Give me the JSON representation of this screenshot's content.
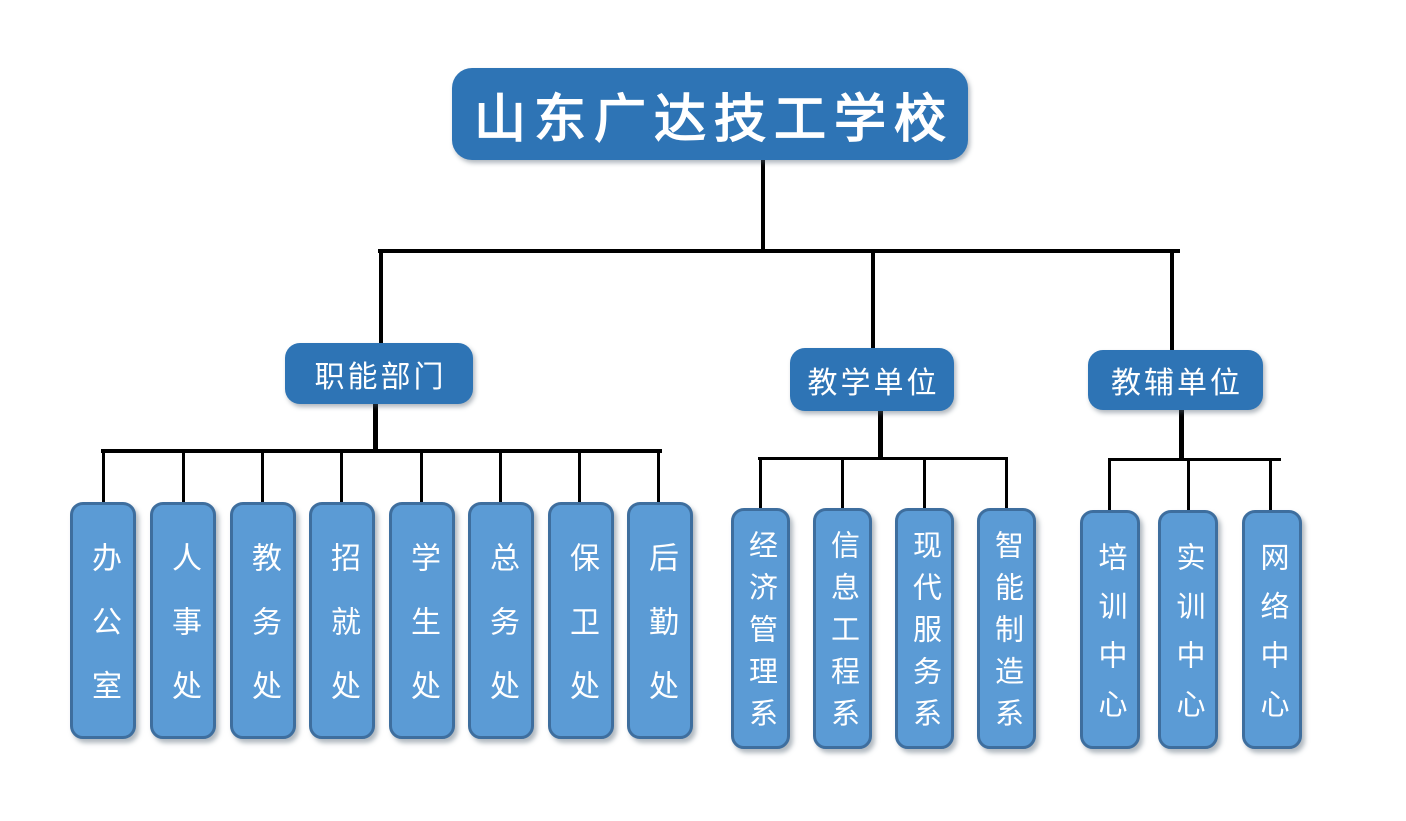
{
  "root": {
    "label": "山东广达技工学校"
  },
  "branches": [
    {
      "label": "职能部门",
      "children": [
        "办公室",
        "人事处",
        "教务处",
        "招就处",
        "学生处",
        "总务处",
        "保卫处",
        "后勤处"
      ]
    },
    {
      "label": "教学单位",
      "children": [
        "经济管理系",
        "信息工程系",
        "现代服务系",
        "智能制造系"
      ]
    },
    {
      "label": "教辅单位",
      "children": [
        "培训中心",
        "实训中心",
        "网络中心"
      ]
    }
  ],
  "colors": {
    "page_bg": "#FFFFFF",
    "root_fill": "#2E74B5",
    "branch_fill": "#2E74B5",
    "leaf_fill": "#5B9BD5",
    "leaf_border": "#3E6E9E",
    "connector": "#000000",
    "text": "#FFFFFF"
  }
}
